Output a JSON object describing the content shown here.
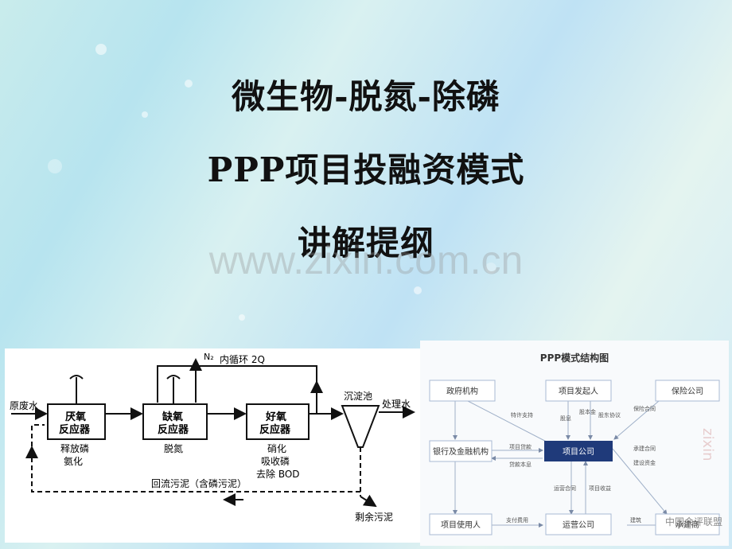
{
  "slide": {
    "title_line1": "微生物-脱氮-除磷",
    "title_line2": "PPP项目投融资模式",
    "title_line3": "讲解提纲",
    "watermark": "www.zixin.com.cn"
  },
  "process_diagram": {
    "n2_label": "N₂",
    "recycle_label": "内循环 2Q",
    "inlet_label": "原废水",
    "outlet_label": "处理水",
    "clarifier_label": "沉淀池",
    "anaerobic_line1": "厌氧",
    "anaerobic_line2": "反应器",
    "anaerobic_caption1": "释放磷",
    "anaerobic_caption2": "氨化",
    "anoxic_line1": "缺氧",
    "anoxic_line2": "反应器",
    "anoxic_caption": "脱氮",
    "aerobic_line1": "好氧",
    "aerobic_line2": "反应器",
    "aerobic_caption1": "硝化",
    "aerobic_caption2": "吸收磷",
    "aerobic_caption3": "去除 BOD",
    "return_sludge_label": "回流污泥（含磷污泥）",
    "excess_sludge_label": "剩余污泥"
  },
  "ppp_diagram": {
    "title": "PPP模式结构图",
    "nodes": {
      "gov": "政府机构",
      "sponsor": "项目发起人",
      "insurance": "保险公司",
      "bank": "银行及金融机构",
      "company": "项目公司",
      "contractor": "承建商",
      "user": "项目使用人",
      "operator": "运营公司"
    },
    "edges": {
      "franchise": "特许支持",
      "dividend": "股息",
      "equity": "股本金",
      "shareholder": "股东协议",
      "insurance_contract": "保险合同",
      "loan": "项目贷款",
      "repay": "贷款本息",
      "construction_contract": "承建合同",
      "construction_fund": "建设资金",
      "ops_contract": "运营合同",
      "revenue": "项目收益",
      "fee": "支付费用",
      "build": "建筑"
    },
    "side_watermark": "zixin",
    "badge": "中国会评联盟"
  }
}
